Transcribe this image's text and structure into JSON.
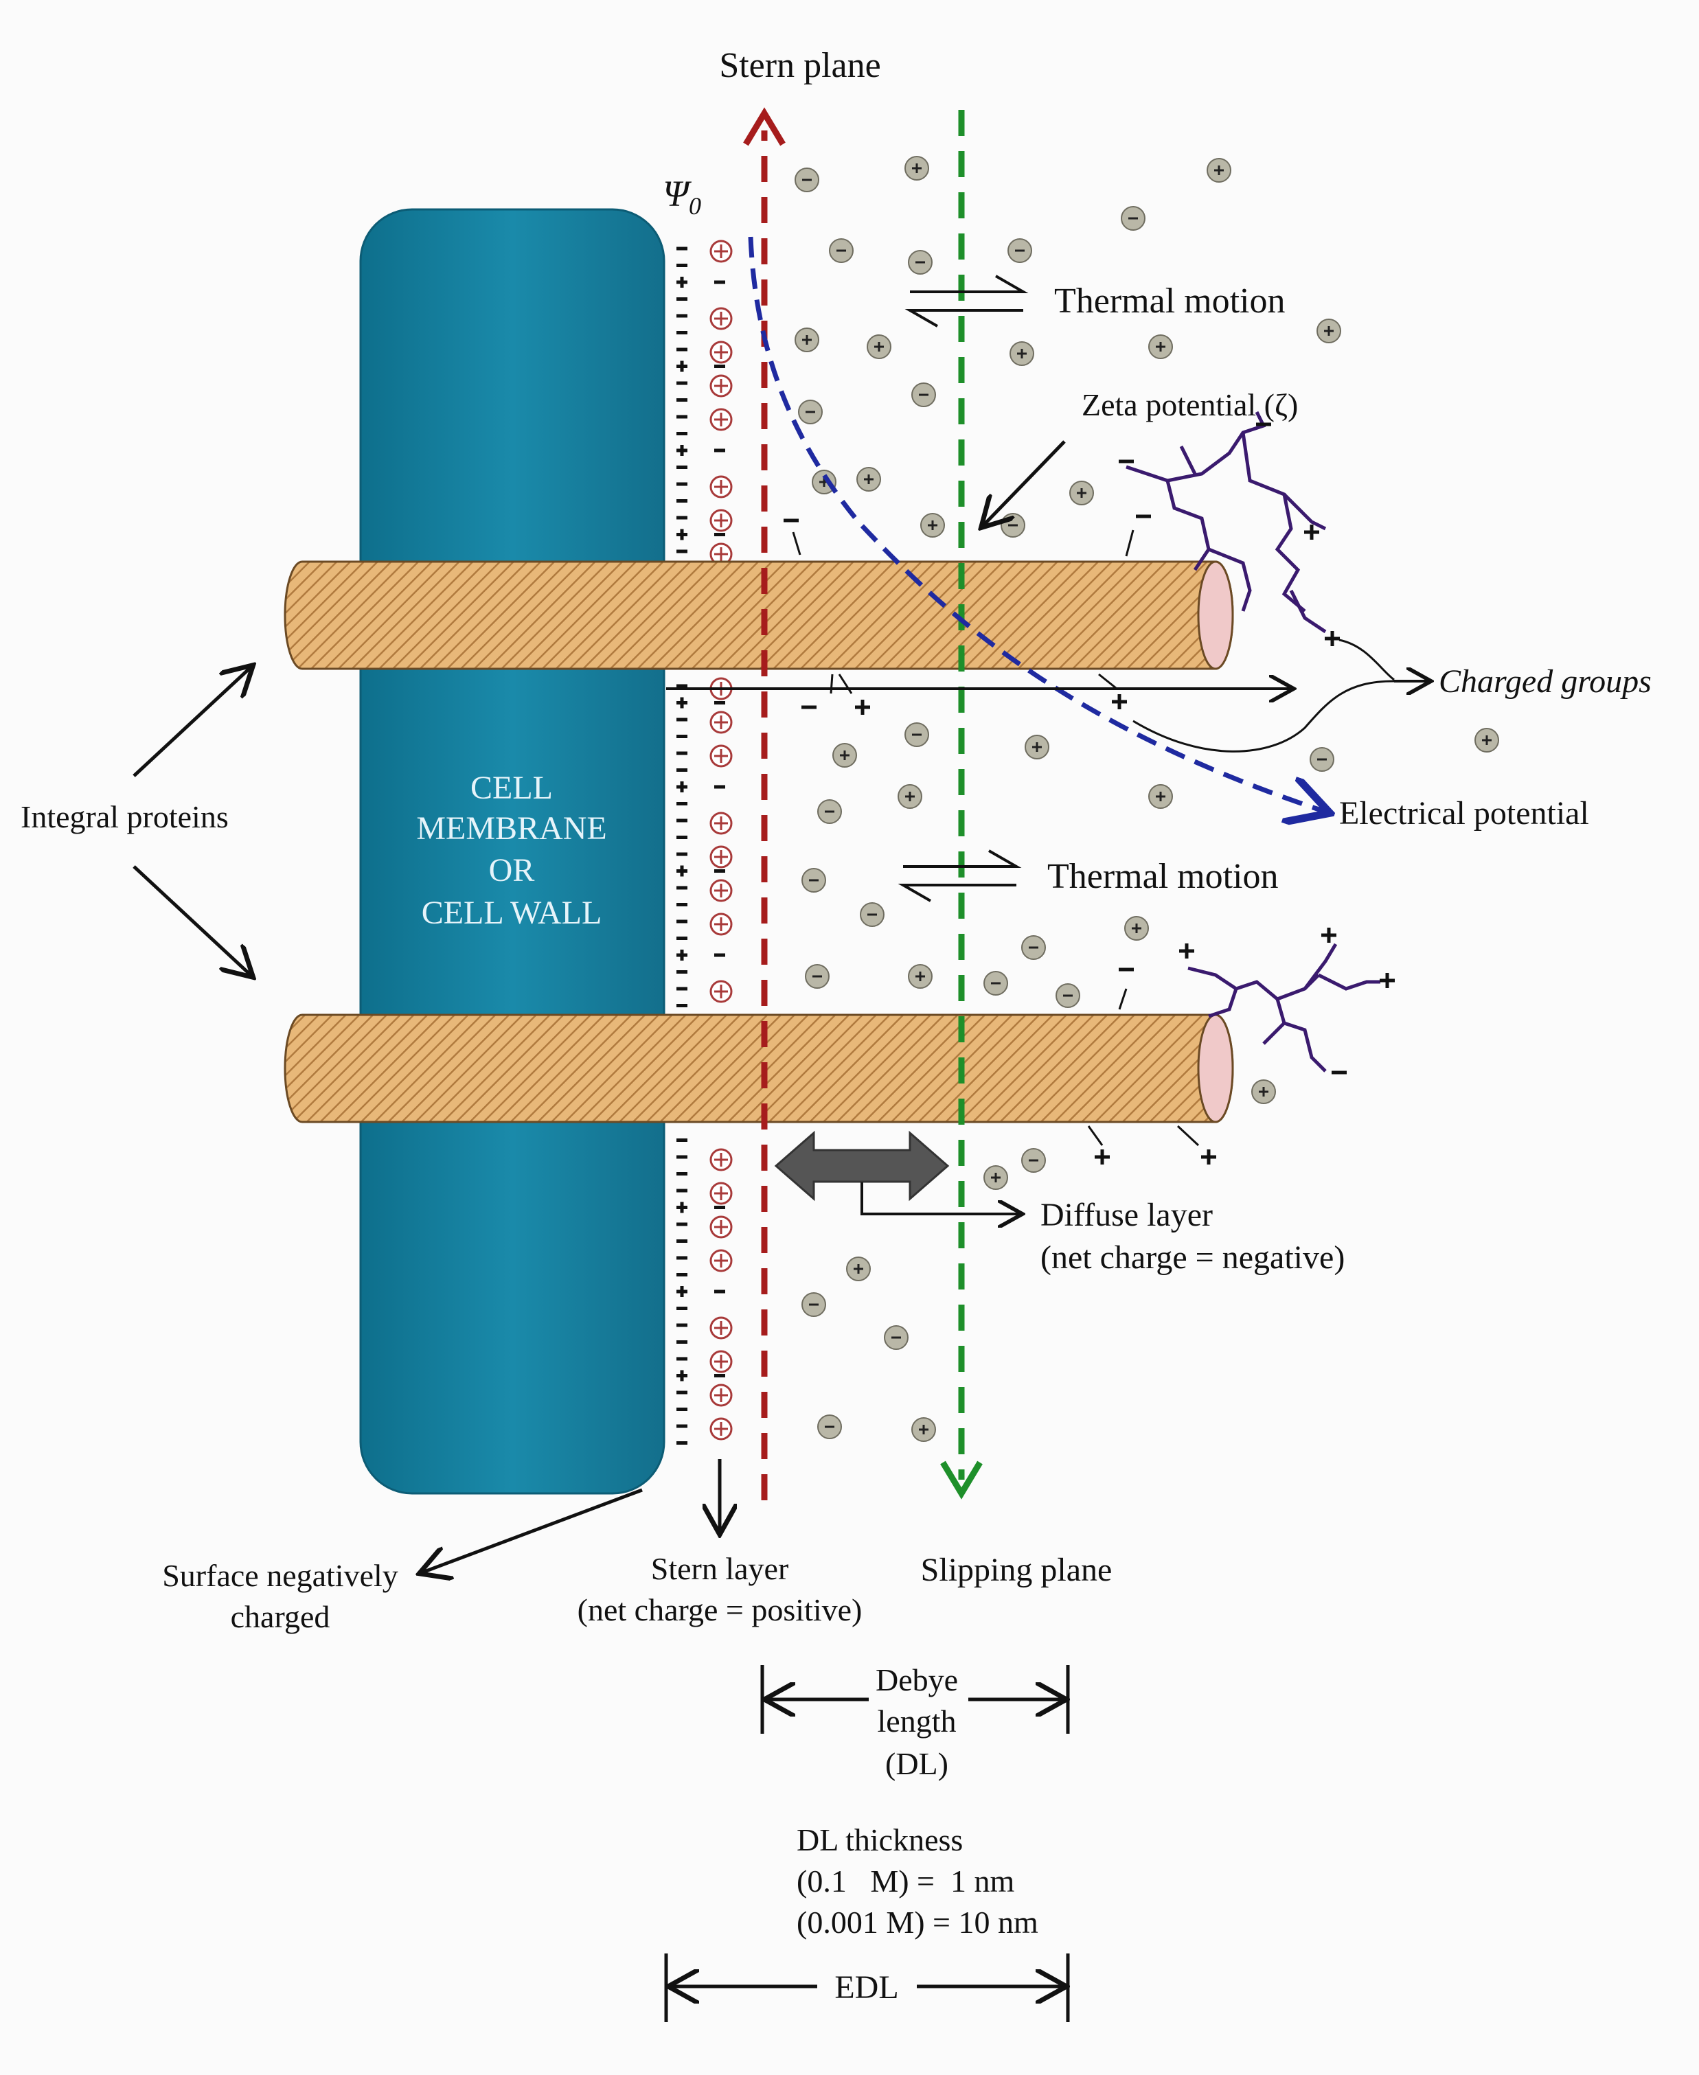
{
  "labels": {
    "stern_plane": "Stern plane",
    "psi0": "Ψ",
    "psi0_sub": "0",
    "thermal_motion_top": "Thermal motion",
    "zeta_potential": "Zeta potential (ζ)",
    "charged_groups": "Charged groups",
    "electrical_potential": "Electrical potential",
    "thermal_motion_bottom": "Thermal motion",
    "integral_proteins": "Integral proteins",
    "membrane_line1": "CELL",
    "membrane_line2": "MEMBRANE",
    "membrane_line3": "OR",
    "membrane_line4": "CELL WALL",
    "diffuse_line1": "Diffuse layer",
    "diffuse_line2": "(net charge = negative)",
    "surface_line1": "Surface negatively",
    "surface_line2": "charged",
    "stern_layer_line1": "Stern layer",
    "stern_layer_line2": "(net charge = positive)",
    "slipping_plane": "Slipping plane",
    "debye_line1": "Debye",
    "debye_line2": "length",
    "debye_line3": "(DL)",
    "dl_line1": "DL thickness",
    "dl_line2": "(0.1   M) =  1 nm",
    "dl_line3": "(0.001 M) = 10 nm",
    "edl": "EDL"
  },
  "colors": {
    "membrane": "#167f9d",
    "protein_fill": "#e8b879",
    "stern_plane_line": "#a61c1c",
    "slipping_plane_line": "#1e8f2a",
    "potential_curve": "#1f2aa0",
    "charged_group_lines": "#3a1a6e",
    "ion_fill": "#b9b7a7",
    "stern_ion_ring": "#a83a3a",
    "double_arrow": "#555555"
  }
}
